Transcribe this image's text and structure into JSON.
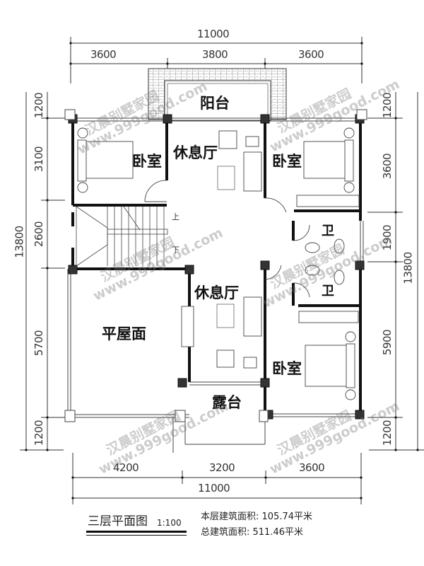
{
  "drawing": {
    "title": "三层平面图",
    "scale": "1:100",
    "floor_area_label": "本层建筑面积: 105.74平米",
    "total_area_label": "总建筑面积: 511.46平米"
  },
  "dimensions": {
    "top_total": "11000",
    "top_segments": [
      "3600",
      "3800",
      "3600"
    ],
    "bottom_segments": [
      "4200",
      "3200",
      "3600"
    ],
    "bottom_total": "11000",
    "left_total": "13800",
    "left_segments": [
      "1200",
      "3100",
      "2600",
      "5700",
      "1200"
    ],
    "right_total": "13800",
    "right_segments": [
      "1200",
      "3600",
      "1900",
      "5900",
      "1200"
    ]
  },
  "rooms": {
    "balcony": "阳台",
    "bedroom_nw": "卧室",
    "lounge_top": "休息厅",
    "bedroom_ne": "卧室",
    "bath_upper": "卫",
    "bath_lower": "卫",
    "flat_roof": "平屋面",
    "lounge_bottom": "休息厅",
    "terrace": "露台",
    "bedroom_se": "卧室"
  },
  "stairs": {
    "up_label": "上",
    "down_label": "下"
  },
  "watermark": {
    "line1": "汉晨别墅家园",
    "line2": "www.999good.com"
  },
  "colors": {
    "wall": "#111111",
    "column": "#333333",
    "line": "#333333",
    "watermark": "#8a8a8a"
  }
}
